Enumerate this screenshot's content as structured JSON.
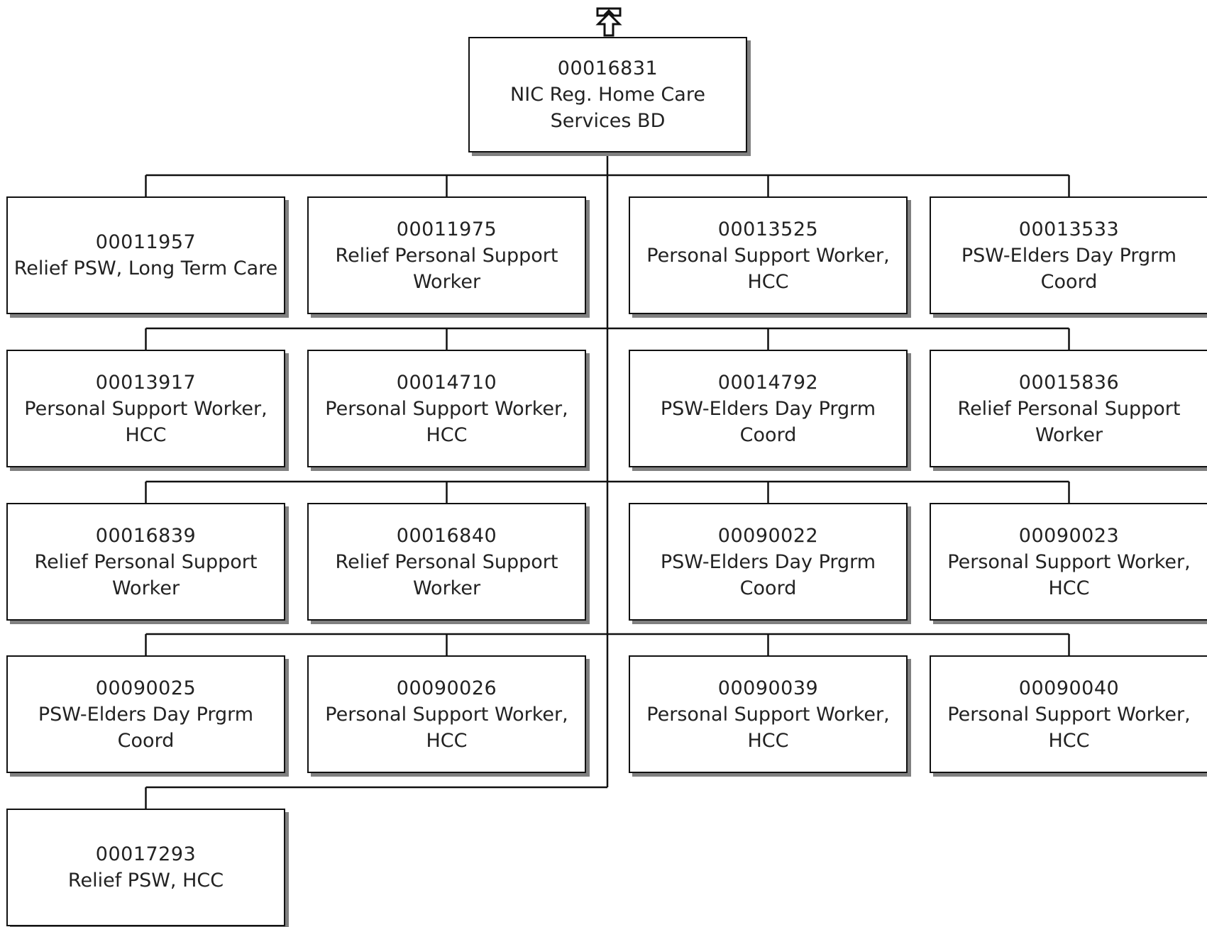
{
  "navigation": {
    "up_icon": "up-arrow-icon"
  },
  "colors": {
    "box_border": "#111111",
    "box_shadow": "#808080",
    "connector": "#111111",
    "text": "#222222"
  },
  "root": {
    "id": "00016831",
    "title": "NIC Reg. Home Care Services BD"
  },
  "positions": [
    {
      "id": "00011957",
      "title": "Relief PSW, Long Term Care"
    },
    {
      "id": "00011975",
      "title": "Relief Personal Support Worker"
    },
    {
      "id": "00013525",
      "title": "Personal Support Worker, HCC"
    },
    {
      "id": "00013533",
      "title": "PSW-Elders Day Prgrm Coord"
    },
    {
      "id": "00013917",
      "title": "Personal Support Worker, HCC"
    },
    {
      "id": "00014710",
      "title": "Personal Support Worker, HCC"
    },
    {
      "id": "00014792",
      "title": "PSW-Elders Day Prgrm Coord"
    },
    {
      "id": "00015836",
      "title": "Relief Personal Support Worker"
    },
    {
      "id": "00016839",
      "title": "Relief Personal Support Worker"
    },
    {
      "id": "00016840",
      "title": "Relief Personal Support Worker"
    },
    {
      "id": "00090022",
      "title": "PSW-Elders Day Prgrm Coord"
    },
    {
      "id": "00090023",
      "title": "Personal Support Worker, HCC"
    },
    {
      "id": "00090025",
      "title": "PSW-Elders Day Prgrm Coord"
    },
    {
      "id": "00090026",
      "title": "Personal Support Worker, HCC"
    },
    {
      "id": "00090039",
      "title": "Personal Support Worker, HCC"
    },
    {
      "id": "00090040",
      "title": "Personal Support Worker, HCC"
    },
    {
      "id": "00017293",
      "title": "Relief PSW, HCC"
    }
  ]
}
